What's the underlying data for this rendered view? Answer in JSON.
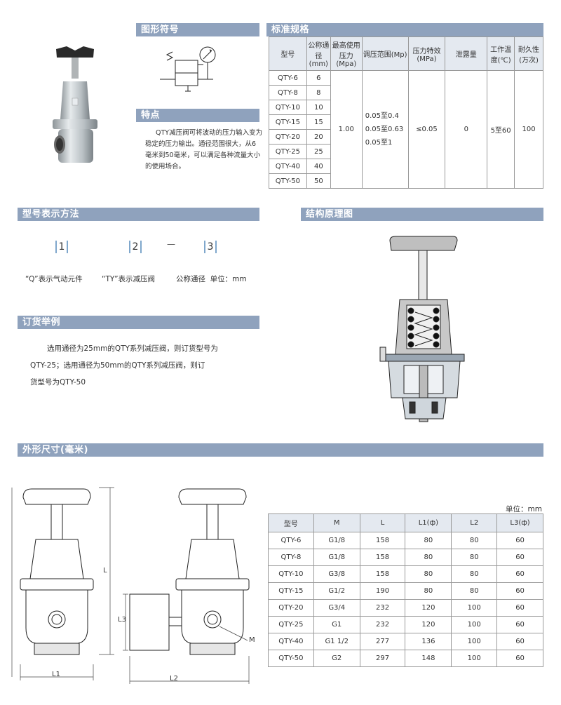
{
  "sections": {
    "symbol": "图形符号",
    "spec": "标准规格",
    "features": "特点",
    "model_method": "型号表示方法",
    "structure": "结构原理图",
    "order": "订货举例",
    "dimensions": "外形尺寸(毫米)"
  },
  "features_text": [
    "QTY减压阀可将波动的压力输入变为",
    "稳定的压力输出。通径范围很大，从6",
    "毫米到50毫米，可以满足各种流量大小",
    "的使用场合。"
  ],
  "spec_table": {
    "headers": [
      "型号",
      "公称通径(mm)",
      "最高使用压力(Mpa)",
      "调压范围(Mp)",
      "压力特效(MPa)",
      "泄露量",
      "工作温度(℃)",
      "耐久性(万次)"
    ],
    "models": [
      "QTY-6",
      "QTY-8",
      "QTY-10",
      "QTY-15",
      "QTY-20",
      "QTY-25",
      "QTY-40",
      "QTY-50"
    ],
    "bores": [
      "6",
      "8",
      "10",
      "15",
      "20",
      "25",
      "40",
      "50"
    ],
    "max_pressure": "1.00",
    "ranges": [
      "0.05至0.4",
      "0.05至0.63",
      "0.05至1"
    ],
    "pressure_char": "≤0.05",
    "leakage": "0",
    "temperature": "5至60",
    "durability": "100"
  },
  "model_method": {
    "nums": [
      "1",
      "2",
      "3"
    ],
    "dash": "—",
    "labels": [
      "“Q”表示气动元件",
      "“TY”表示减压阀",
      "公称通径  单位：mm"
    ]
  },
  "order_text": [
    "选用通径为25mm的QTY系列减压阀，则订货型号为",
    "QTY-25；选用通径为50mm的QTY系列减压阀，则订",
    "货型号为QTY-50"
  ],
  "dim_unit": "单位：mm",
  "dim_table": {
    "headers": [
      "型号",
      "M",
      "L",
      "L1(ф)",
      "L2",
      "L3(ф)"
    ],
    "rows": [
      [
        "QTY-6",
        "G1/8",
        "158",
        "80",
        "80",
        "60"
      ],
      [
        "QTY-8",
        "G1/8",
        "158",
        "80",
        "80",
        "60"
      ],
      [
        "QTY-10",
        "G3/8",
        "158",
        "80",
        "80",
        "60"
      ],
      [
        "QTY-15",
        "G1/2",
        "190",
        "80",
        "80",
        "60"
      ],
      [
        "QTY-20",
        "G3/4",
        "232",
        "120",
        "100",
        "60"
      ],
      [
        "QTY-25",
        "G1",
        "232",
        "120",
        "100",
        "60"
      ],
      [
        "QTY-40",
        "G1 1/2",
        "277",
        "136",
        "100",
        "60"
      ],
      [
        "QTY-50",
        "G2",
        "297",
        "148",
        "100",
        "60"
      ]
    ]
  },
  "drawing_labels": {
    "L": "L",
    "L1": "L1",
    "L2": "L2",
    "L3": "L3",
    "M": "M"
  }
}
